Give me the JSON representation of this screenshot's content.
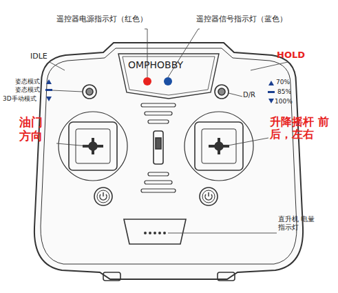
{
  "diagram": {
    "labels": [
      "遥控器电源指示灯（红色）",
      "遥控器信号指示灯（蓝色）",
      "IDLE",
      "HOLD",
      "姿态模式",
      "姿态模式",
      "3D手动模式",
      "D/R",
      "70%",
      "85%",
      "100%",
      "油门 方向",
      "升降摇杆 前后，左右",
      "OMPHOBBY",
      "直升机 电量指示灯"
    ]
  }
}
